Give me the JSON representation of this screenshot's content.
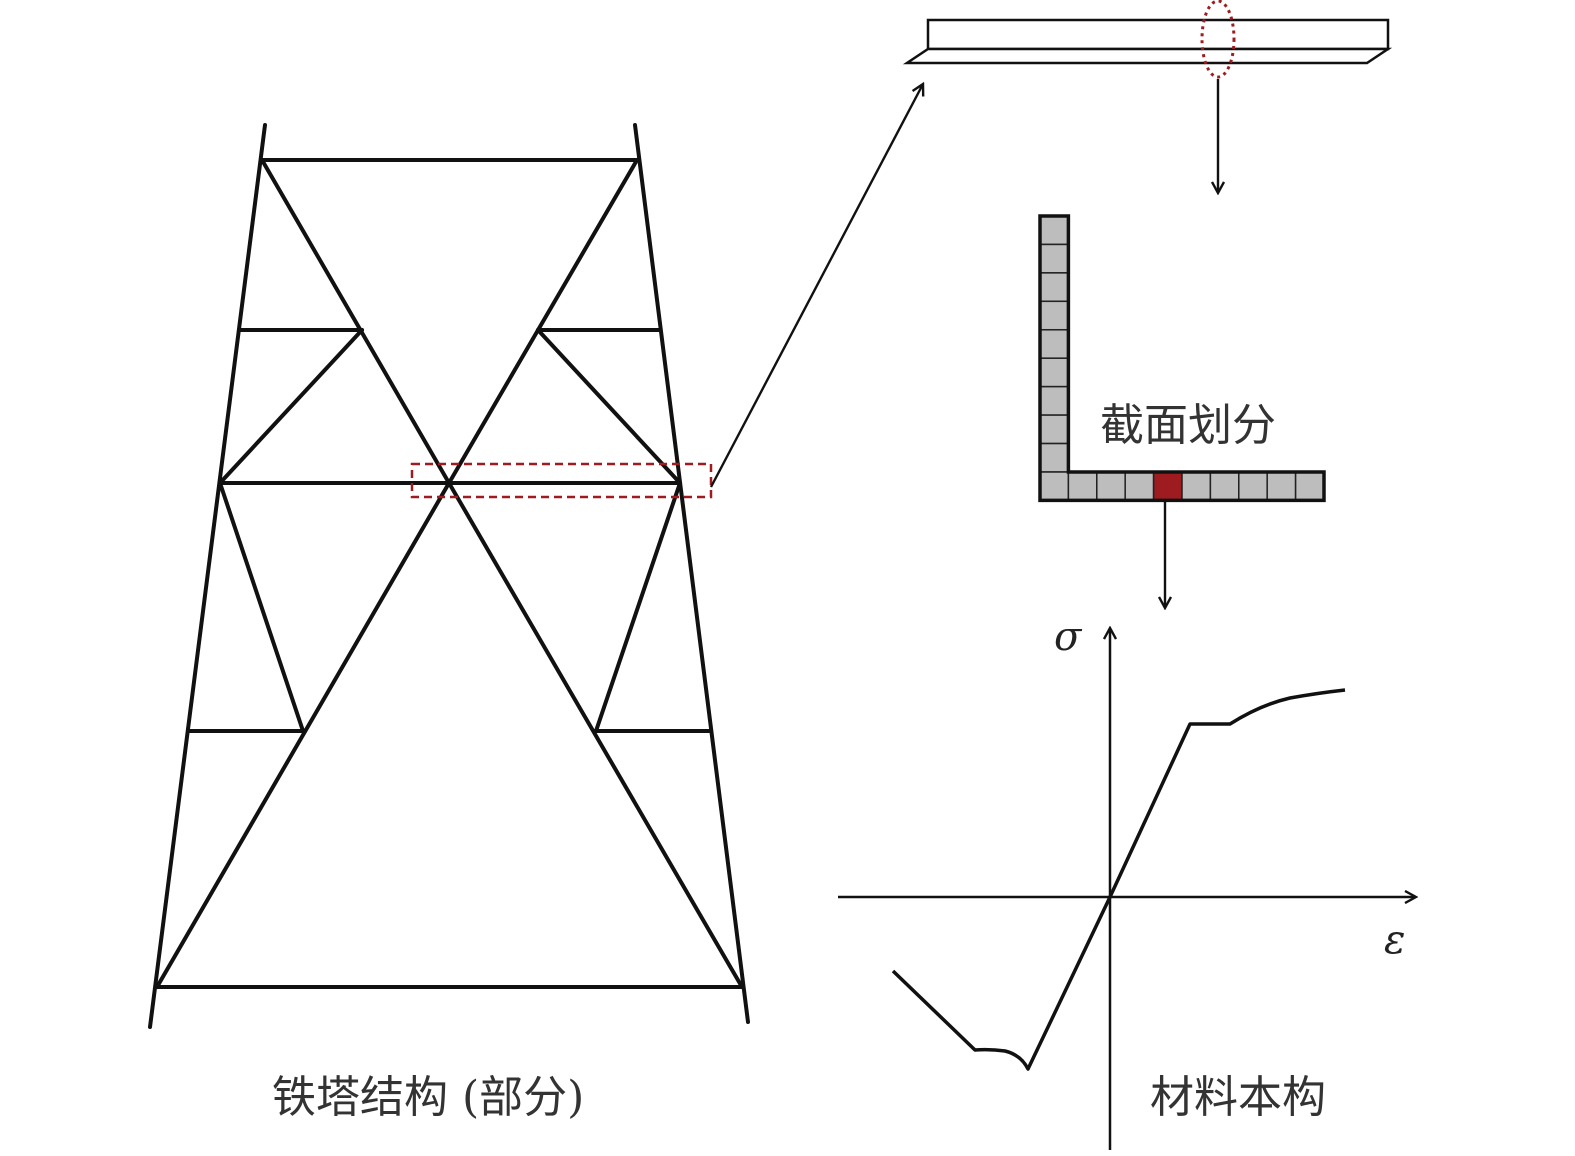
{
  "labels": {
    "tower": "铁塔结构 (部分)",
    "section": "截面划分",
    "material": "材料本构"
  },
  "axes": {
    "y_symbol": "σ",
    "x_symbol": "ε"
  },
  "colors": {
    "line": "#111111",
    "highlight": "#9e1b1f",
    "cell_fill": "#bdbdbd",
    "label": "#333333"
  },
  "section_grid": {
    "vertical_cells": 9,
    "horizontal_cells": 10,
    "highlighted_cell_index": 4
  }
}
